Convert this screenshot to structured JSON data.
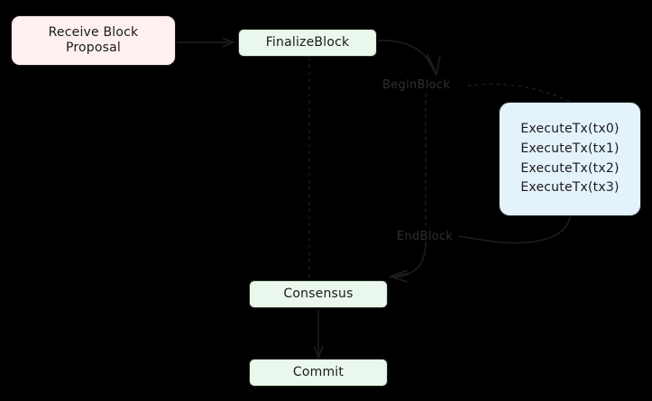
{
  "diagram": {
    "type": "flowchart",
    "background_color": "#000000",
    "nodes": [
      {
        "id": "receive-block-proposal",
        "label": "Receive Block\nProposal",
        "fill_color": "#fdf0ee",
        "text_color": "#1b1b1b"
      },
      {
        "id": "finalize-block",
        "label": "FinalizeBlock",
        "fill_color": "#eaf7ec",
        "text_color": "#1b1b1b"
      },
      {
        "id": "execute-tx",
        "label": "ExecuteTx(tx0)\nExecuteTx(tx1)\nExecuteTx(tx2)\nExecuteTx(tx3)",
        "fill_color": "#e4f2fc",
        "text_color": "#1b1b1b"
      },
      {
        "id": "consensus",
        "label": "Consensus",
        "fill_color": "#eaf7ec",
        "text_color": "#1b1b1b"
      },
      {
        "id": "commit",
        "label": "Commit",
        "fill_color": "#eaf7ec",
        "text_color": "#1b1b1b"
      }
    ],
    "edge_labels": [
      {
        "id": "begin-block",
        "label": "BeginBlock",
        "text_color": "#2f2f2f"
      },
      {
        "id": "end-block",
        "label": "EndBlock",
        "text_color": "#2f2f2f"
      }
    ],
    "edges": [
      {
        "from": "receive-block-proposal",
        "to": "finalize-block",
        "style": "solid",
        "arrow": true
      },
      {
        "from": "finalize-block",
        "to": "begin-block",
        "style": "solid",
        "arrow": true
      },
      {
        "from": "begin-block",
        "to": "execute-tx",
        "style": "dashed",
        "arrow": false
      },
      {
        "from": "finalize-block",
        "to": "consensus",
        "style": "dashed",
        "arrow": false
      },
      {
        "from": "begin-block",
        "to": "end-block",
        "style": "dashed",
        "arrow": false
      },
      {
        "from": "execute-tx",
        "to": "end-block",
        "style": "solid",
        "arrow": false
      },
      {
        "from": "end-block",
        "to": "consensus",
        "style": "solid",
        "arrow": true
      },
      {
        "from": "consensus",
        "to": "commit",
        "style": "solid",
        "arrow": true
      }
    ]
  }
}
